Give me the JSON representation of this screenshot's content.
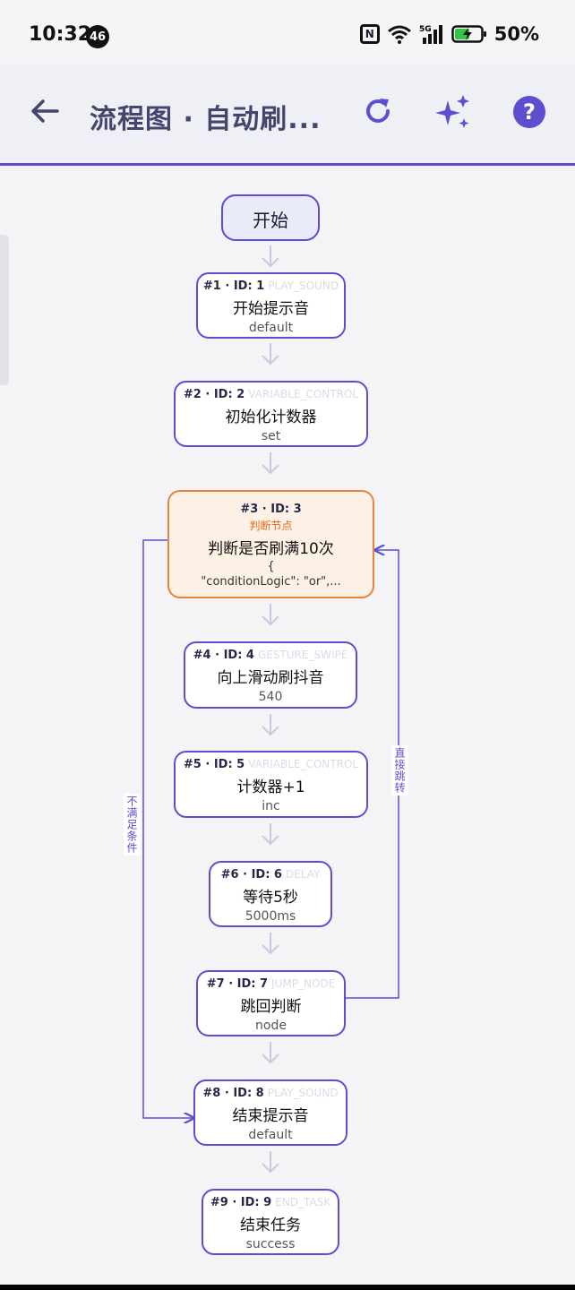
{
  "status_bar": {
    "time": "10:32",
    "badge": "46",
    "battery": "50%"
  },
  "app_bar": {
    "title": "流程图 · 自动刷..."
  },
  "start_node": {
    "label": "开始"
  },
  "nodes": [
    {
      "header": "#1 · ID: 1",
      "type": "PLAY_SOUND",
      "label": "开始提示音",
      "sub": "default"
    },
    {
      "header": "#2 · ID: 2",
      "type": "VARIABLE_CONTROL",
      "label": "初始化计数器",
      "sub": "set"
    },
    {
      "header": "#3 · ID: 3",
      "kind": "判断节点",
      "label": "判断是否刷满10次",
      "sub1": "{",
      "sub2": "\"conditionLogic\": \"or\",..."
    },
    {
      "header": "#4 · ID: 4",
      "type": "GESTURE_SWIPE",
      "label": "向上滑动刷抖音",
      "sub": "540"
    },
    {
      "header": "#5 · ID: 5",
      "type": "VARIABLE_CONTROL",
      "label": "计数器+1",
      "sub": "inc"
    },
    {
      "header": "#6 · ID: 6",
      "type": "DELAY",
      "label": "等待5秒",
      "sub": "5000ms"
    },
    {
      "header": "#7 · ID: 7",
      "type": "JUMP_NODE",
      "label": "跳回判断",
      "sub": "node"
    },
    {
      "header": "#8 · ID: 8",
      "type": "PLAY_SOUND",
      "label": "结束提示音",
      "sub": "default"
    },
    {
      "header": "#9 · ID: 9",
      "type": "END_TASK",
      "label": "结束任务",
      "sub": "success"
    }
  ],
  "edges": {
    "fail_label": "不满足条件",
    "jump_label": "直接跳转"
  },
  "colors": {
    "accent": "#5b4fcf",
    "condition": "#e8843a",
    "condition_bg": "#fdf1e6"
  }
}
